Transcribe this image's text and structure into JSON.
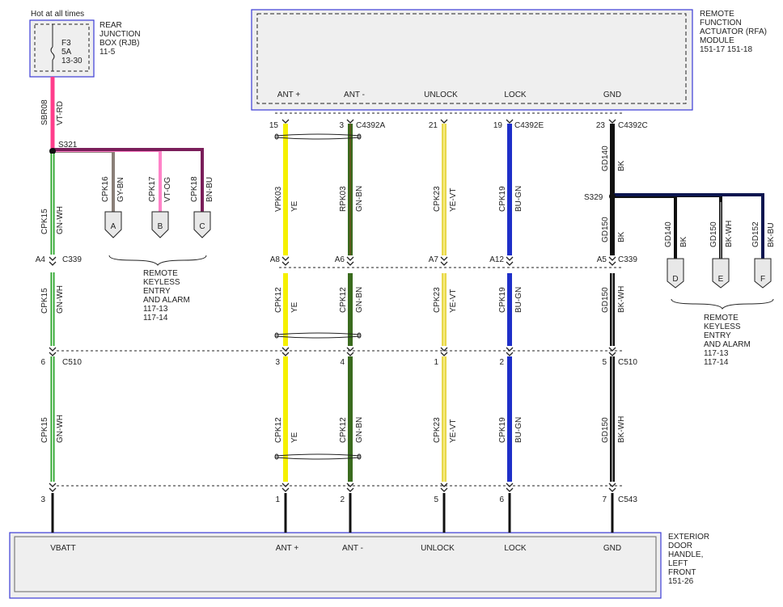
{
  "hot_label": "Hot at all times",
  "rjb": {
    "title": [
      "REAR",
      "JUNCTION",
      "BOX (RJB)",
      "11-5"
    ],
    "fuse": [
      "F3",
      "5A",
      "13-30"
    ]
  },
  "rfa": {
    "title": [
      "REMOTE",
      "FUNCTION",
      "ACTUATOR (RFA)",
      "MODULE",
      "151-17    151-18"
    ],
    "pins": [
      "ANT +",
      "ANT -",
      "UNLOCK",
      "LOCK",
      "GND"
    ]
  },
  "door": {
    "title": [
      "EXTERIOR",
      "DOOR",
      "HANDLE,",
      "LEFT",
      "FRONT",
      "151-26"
    ],
    "pins": [
      "VBATT",
      "ANT +",
      "ANT -",
      "UNLOCK",
      "LOCK",
      "GND"
    ]
  },
  "rke_ref1": [
    "REMOTE",
    "KEYLESS",
    "ENTRY",
    "AND ALARM",
    "117-13",
    "117-14"
  ],
  "rke_ref2": [
    "REMOTE",
    "KEYLESS",
    "ENTRY",
    "AND ALARM",
    "117-13",
    "117-14"
  ],
  "splices": {
    "s321": "S321",
    "s329": "S329"
  },
  "connectors": {
    "c4392a": "C4392A",
    "c4392e": "C4392E",
    "c4392c": "C4392C",
    "c339a": "C339",
    "c339b": "C339",
    "c510a": "C510",
    "c510b": "C510",
    "c543": "C543"
  },
  "pin_numbers": {
    "top": [
      "15",
      "3",
      "21",
      "19",
      "23"
    ],
    "c339": [
      "A4",
      "A8",
      "A6",
      "A7",
      "A12",
      "A5"
    ],
    "c510": [
      "6",
      "3",
      "4",
      "1",
      "2",
      "5"
    ],
    "c543": [
      "3",
      "1",
      "2",
      "5",
      "6",
      "7"
    ]
  },
  "tags": [
    "A",
    "B",
    "C",
    "D",
    "E",
    "F"
  ],
  "wire_labels": {
    "sbr08": [
      "SBR08",
      "VT-RD"
    ],
    "cpk16": [
      "CPK16",
      "GY-BN"
    ],
    "cpk17": [
      "CPK17",
      "VT-OG"
    ],
    "cpk18": [
      "CPK18",
      "BN-BU"
    ],
    "cpk15_1": [
      "CPK15",
      "GN-WH"
    ],
    "cpk15_2": [
      "CPK15",
      "GN-WH"
    ],
    "cpk15_3": [
      "CPK15",
      "GN-WH"
    ],
    "vpk03": [
      "VPK03",
      "YE"
    ],
    "rpk03": [
      "RPK03",
      "GN-BN"
    ],
    "cpk23_1": [
      "CPK23",
      "YE-VT"
    ],
    "cpk19_1": [
      "CPK19",
      "BU-GN"
    ],
    "gd140_1": [
      "GD140",
      "BK"
    ],
    "gd150_1": [
      "GD150",
      "BK"
    ],
    "gd140_2": [
      "GD140",
      "BK"
    ],
    "gd150_2": [
      "GD150",
      "BK-WH"
    ],
    "gd152": [
      "GD152",
      "BK-BU"
    ],
    "cpk12_1": [
      "CPK12",
      "YE"
    ],
    "cpk12_2": [
      "CPK12",
      "GN-BN"
    ],
    "cpk23_2": [
      "CPK23",
      "YE-VT"
    ],
    "cpk19_2": [
      "CPK19",
      "BU-GN"
    ],
    "gd150_3": [
      "GD150",
      "BK-WH"
    ],
    "cpk12_3": [
      "CPK12",
      "YE"
    ],
    "cpk12_4": [
      "CPK12",
      "GN-BN"
    ],
    "cpk23_3": [
      "CPK23",
      "YE-VT"
    ],
    "cpk19_3": [
      "CPK19",
      "BU-GN"
    ],
    "gd150_4": [
      "GD150",
      "BK-WH"
    ]
  },
  "colors": {
    "vt_rd": "#ff3d8b",
    "gn_wh": "#2aa52a",
    "ye": "#f5f000",
    "gn_bn": "#3a6b1e",
    "ye_vt": "#e8d84a",
    "bu_gn": "#1e2fc8",
    "bk": "#111111",
    "gy_bn": "#8a7f78",
    "vt_og": "#ff82c8",
    "bn_bu": "#7a1e5a",
    "box_border": "#3b3bd6",
    "box_fill": "#efefef"
  }
}
